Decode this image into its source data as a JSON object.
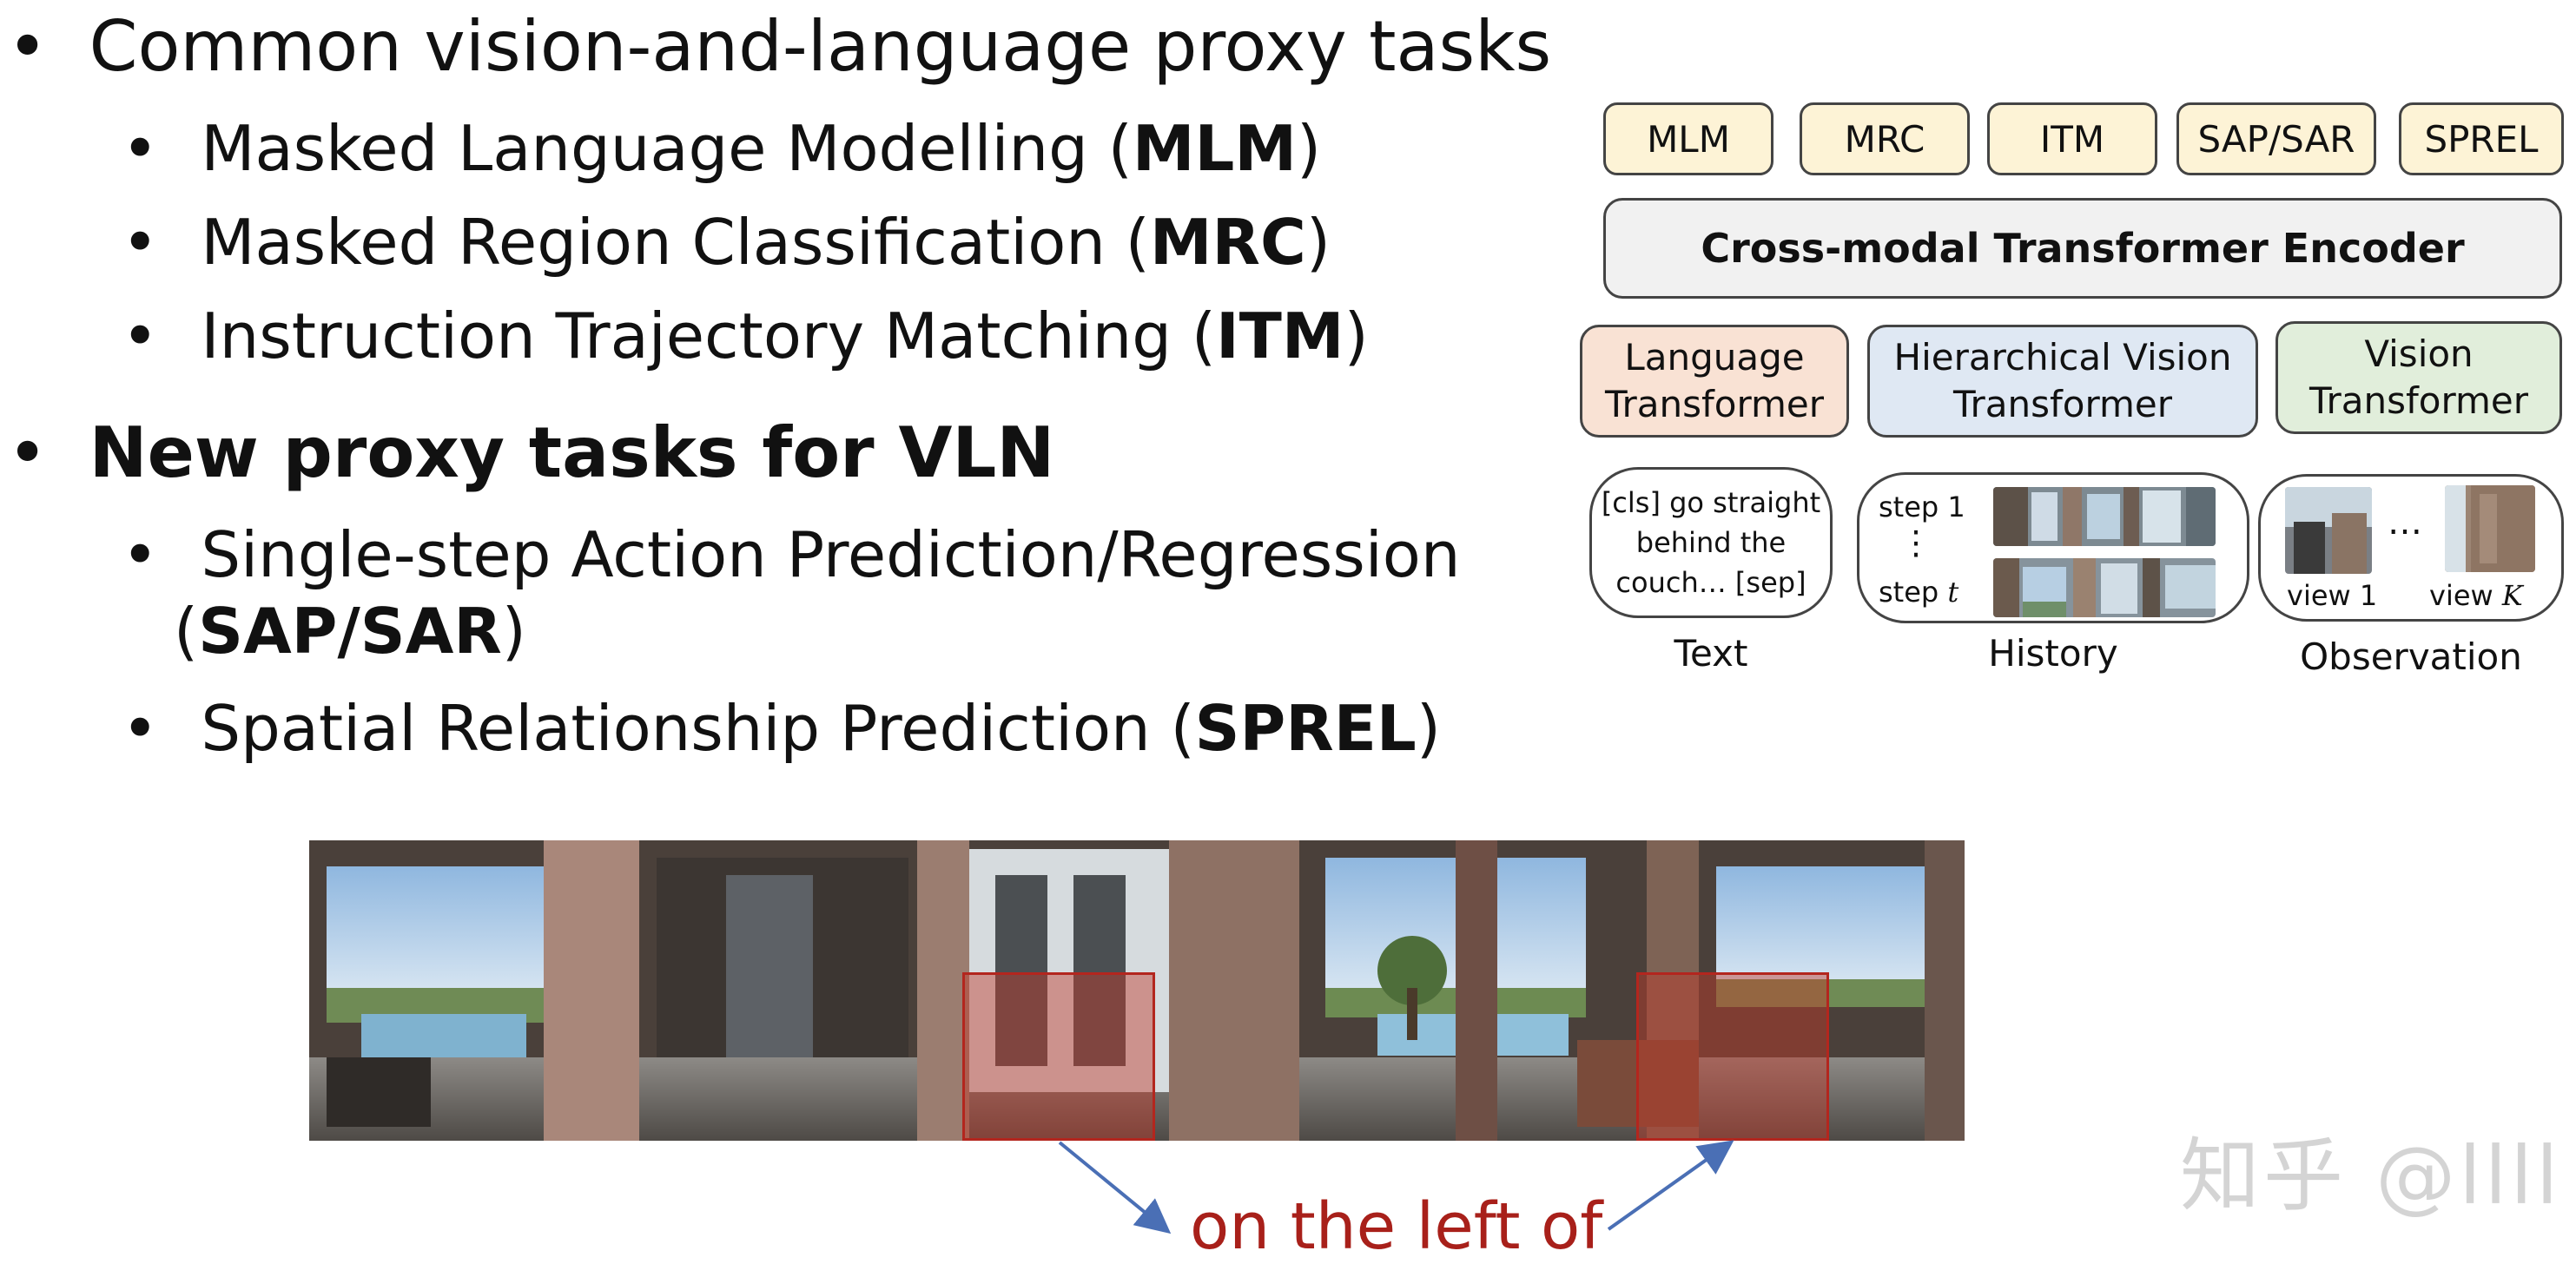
{
  "bullets": {
    "common": {
      "heading": "Common vision-and-language proxy tasks",
      "items": [
        {
          "text": "Masked Language Modelling (",
          "abbr": "MLM",
          "close": ")"
        },
        {
          "text": "Masked Region Classification (",
          "abbr": "MRC",
          "close": ")"
        },
        {
          "text": "Instruction Trajectory Matching (",
          "abbr": "ITM",
          "close": ")"
        }
      ]
    },
    "new": {
      "heading": "New proxy tasks for VLN",
      "items": [
        {
          "text": "Single-step Action Prediction/Regression",
          "line2_open": "(",
          "abbr": "SAP/SAR",
          "close": ")"
        },
        {
          "text": "Spatial Relationship Prediction (",
          "abbr": "SPREL",
          "close": ")"
        }
      ]
    },
    "marker": "•"
  },
  "diagram": {
    "tasks": [
      "MLM",
      "MRC",
      "ITM",
      "SAP/SAR",
      "SPREL"
    ],
    "encoder": "Cross-modal Transformer Encoder",
    "transformers": [
      {
        "line1": "Language",
        "line2": "Transformer"
      },
      {
        "line1": "Hierarchical Vision",
        "line2": "Transformer"
      },
      {
        "line1": "Vision",
        "line2": "Transformer"
      }
    ],
    "text_input": {
      "line1": "[cls] go straight",
      "line2": "behind the",
      "line3": "couch… [sep]",
      "caption": "Text"
    },
    "history_input": {
      "step_first": "step 1",
      "vdots": "⋮",
      "step_last": "step",
      "step_last_var": "t",
      "caption": "History"
    },
    "observation_input": {
      "view_first": "view 1",
      "ellipsis": "…",
      "view_last": "view",
      "view_last_var": "K",
      "caption": "Observation"
    },
    "colors": {
      "task_fill": "#fdf3d6",
      "encoder_fill": "#f1f1f1",
      "language_fill": "#f9e2d4",
      "hier_vision_fill": "#dfe8f3",
      "vision_fill": "#e1eedb"
    }
  },
  "bottom": {
    "relation_label": "on the left of",
    "highlight_color": "#c0392b",
    "arrow_color": "#4a6fb5"
  },
  "watermark": "知乎 @llll"
}
